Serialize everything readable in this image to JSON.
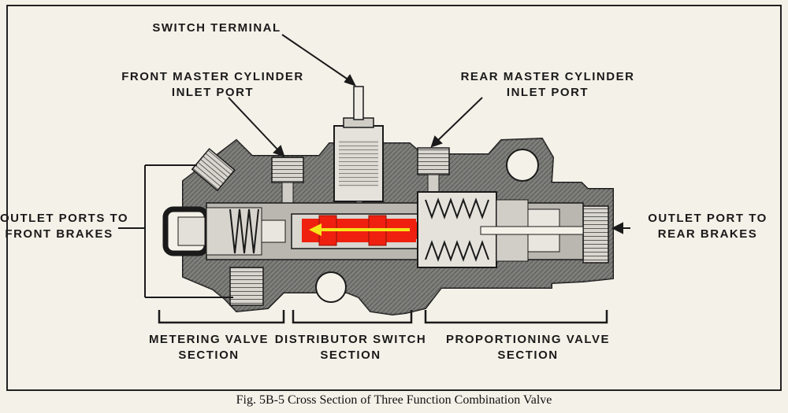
{
  "labels": {
    "switch_terminal": "SWITCH TERMINAL",
    "front_inlet": [
      "FRONT MASTER CYLINDER",
      "INLET PORT"
    ],
    "rear_inlet": [
      "REAR MASTER CYLINDER",
      "INLET PORT"
    ],
    "front_outlets": [
      "OUTLET PORTS TO",
      "FRONT BRAKES"
    ],
    "rear_outlet": [
      "OUTLET PORT TO",
      "REAR BRAKES"
    ],
    "metering": [
      "METERING VALVE",
      "SECTION"
    ],
    "distributor": [
      "DISTRIBUTOR SWITCH",
      "SECTION"
    ],
    "proportioning": [
      "PROPORTIONING VALVE",
      "SECTION"
    ]
  },
  "caption": "Fig. 5B-5 Cross Section of Three Function Combination Valve",
  "colors": {
    "highlight": "#f02010",
    "arrow": "#f5e51a",
    "ink": "#1a1a1a",
    "paper": "#f4f1e8"
  }
}
